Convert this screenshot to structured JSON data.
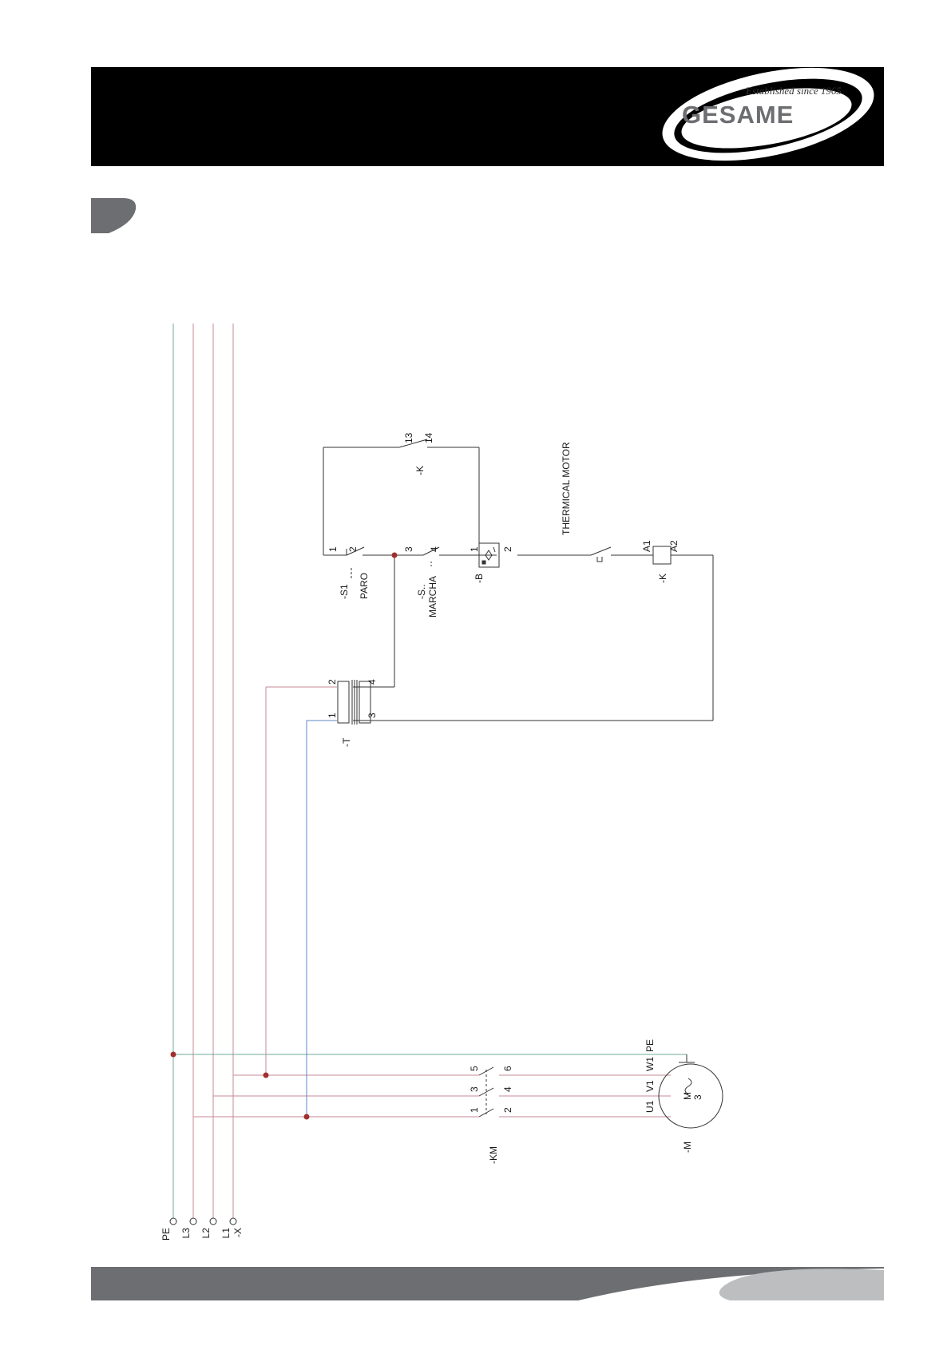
{
  "header": {
    "brand": "GESAME",
    "tagline": "Established since 1965"
  },
  "colors": {
    "header_bg": "#000000",
    "wire_phase": "#c48b96",
    "wire_pe": "#6fa89a",
    "wire_control": "#5b87c4",
    "wire_black": "#333333",
    "junction": "#a03030",
    "footer_bar": "#6d6e71",
    "footer_accent": "#bcbec0"
  },
  "schematic": {
    "supply_terminal": "-X",
    "lines": [
      "L1",
      "L2",
      "L3",
      "PE"
    ],
    "contactor_km": {
      "ref": "-KM",
      "terminals_in": [
        "1",
        "3",
        "5"
      ],
      "terminals_out": [
        "2",
        "4",
        "6"
      ]
    },
    "motor": {
      "ref": "-M",
      "terminals": [
        "U1",
        "V1",
        "W1",
        "PE"
      ],
      "symbol": "M",
      "phases": "3"
    },
    "transformer": {
      "ref": "-T",
      "primary": [
        "1",
        "2"
      ],
      "secondary": [
        "3",
        "4"
      ]
    },
    "stop_button": {
      "ref": "-S1",
      "label": "PARO",
      "terminals": [
        "1",
        "2"
      ]
    },
    "start_button": {
      "ref": "-S..",
      "label": "MARCHA",
      "terminals": [
        "3",
        "4"
      ]
    },
    "self_hold": {
      "ref": "-K",
      "terminals": [
        "13",
        "14"
      ]
    },
    "sensor": {
      "ref": "-B",
      "terminals": [
        "1",
        "2"
      ]
    },
    "thermal": {
      "label": "THERMICAL MOTOR"
    },
    "coil": {
      "ref": "-K",
      "terminals": [
        "A1",
        "A2"
      ]
    }
  }
}
